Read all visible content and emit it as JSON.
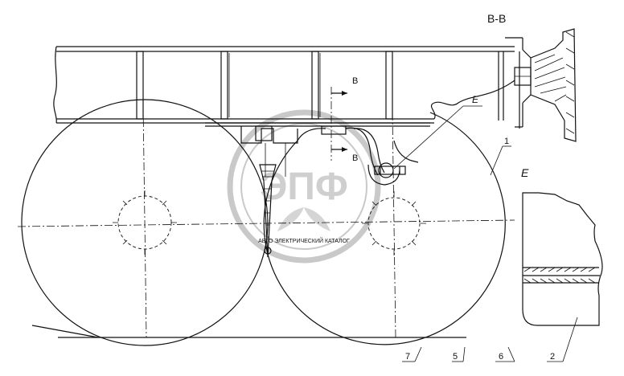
{
  "labels": {
    "section_title": "B-B",
    "section_mark_top": "B",
    "section_mark_bottom": "B",
    "detail_callout": "E",
    "detail_title": "E"
  },
  "callouts": [
    "1",
    "2",
    "5",
    "6",
    "7"
  ],
  "watermark": {
    "logo_text": "ЭПФ",
    "ring_text": "АВТО ЭЛЕКТРИЧЕСКИЙ КАТАЛОГ"
  },
  "colors": {
    "ink": "#111111",
    "watermark": "#c9c9c9",
    "paper": "#ffffff"
  }
}
